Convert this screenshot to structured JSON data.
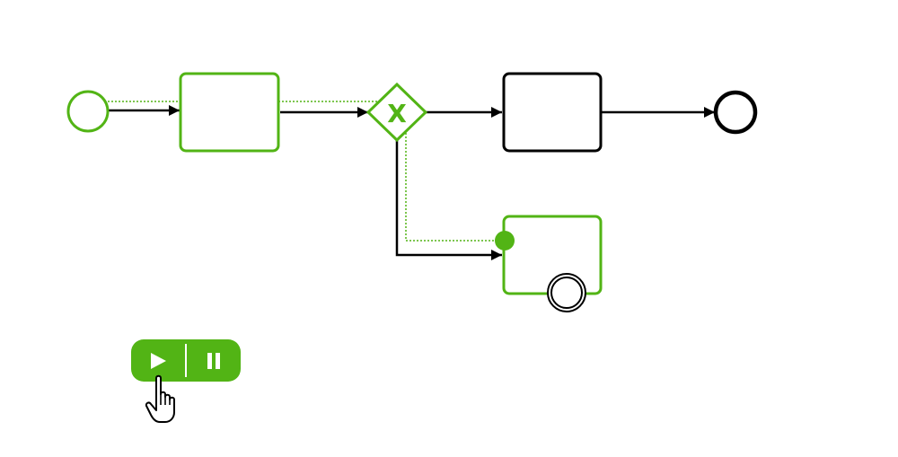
{
  "colors": {
    "active": "#52b415",
    "inactive": "#000000",
    "token_trail": "#52b415",
    "controls_bg": "#52b415",
    "controls_fg": "#ffffff"
  },
  "diagram": {
    "gateway_marker": "X",
    "nodes": [
      {
        "id": "start-event",
        "kind": "start-event",
        "state": "active"
      },
      {
        "id": "task-1",
        "kind": "task",
        "label": "",
        "state": "active"
      },
      {
        "id": "exclusive-gateway",
        "kind": "exclusive-gateway",
        "state": "active"
      },
      {
        "id": "task-2",
        "kind": "task",
        "label": "",
        "state": "inactive"
      },
      {
        "id": "end-event",
        "kind": "end-event",
        "state": "inactive"
      },
      {
        "id": "subprocess",
        "kind": "subprocess",
        "label": "",
        "state": "active"
      },
      {
        "id": "subprocess-token",
        "kind": "token",
        "state": "active"
      },
      {
        "id": "subprocess-end-event",
        "kind": "intermediate-event",
        "state": "inactive"
      }
    ]
  },
  "controls": {
    "play_icon": "play-icon",
    "pause_icon": "pause-icon"
  },
  "cursor_icon": "hand-pointer-icon"
}
